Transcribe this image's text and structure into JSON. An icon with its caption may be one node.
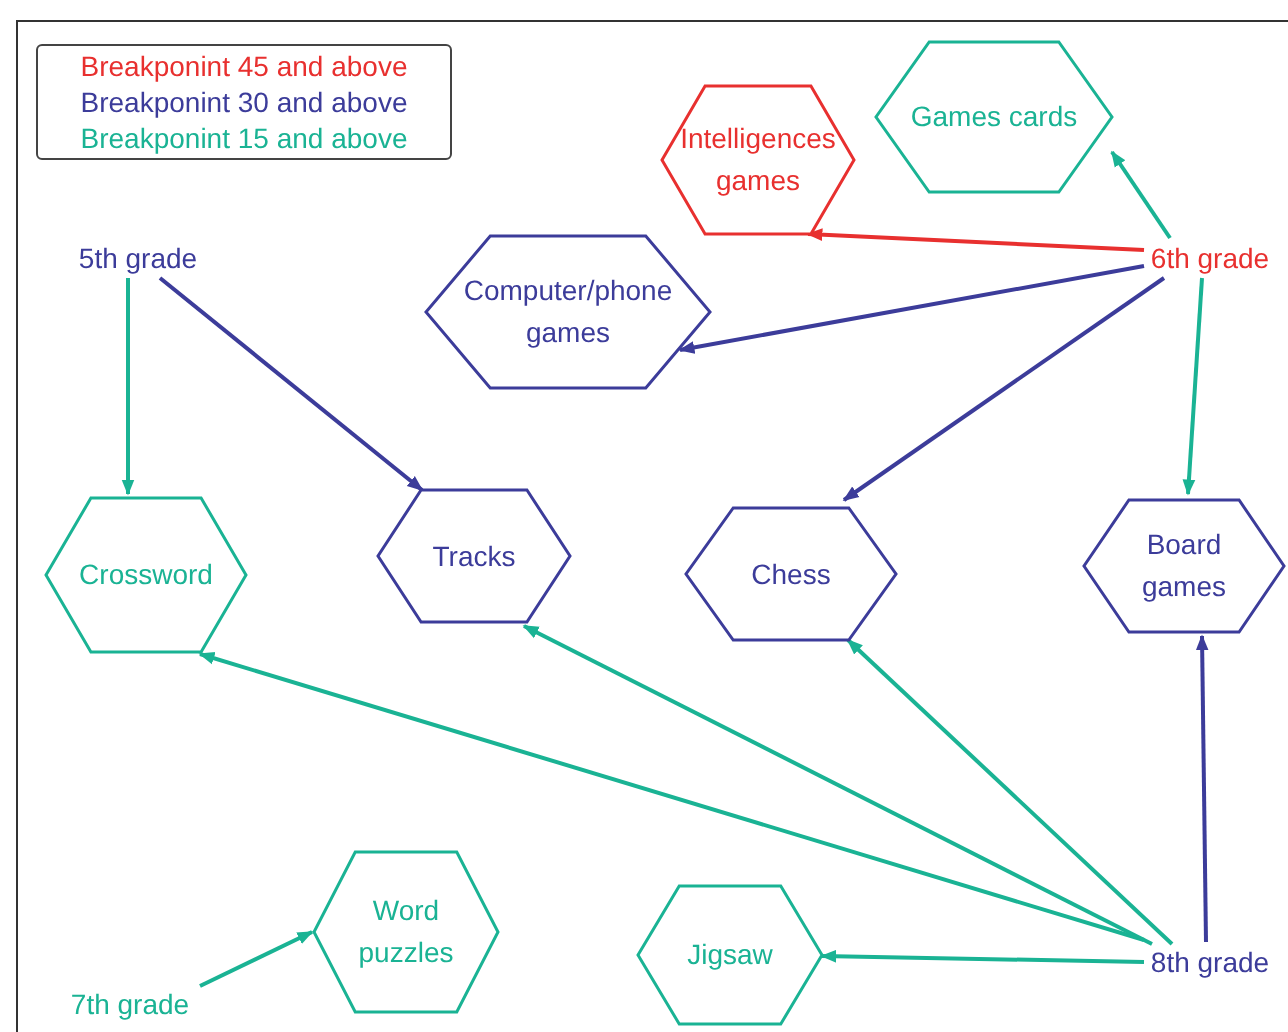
{
  "diagram": {
    "nodes": [
      {
        "text": [
          "5th grade"
        ]
      },
      {
        "text": [
          "6th grade"
        ]
      },
      {
        "text": [
          "7th grade"
        ]
      },
      {
        "text": [
          "8th grade"
        ]
      },
      {
        "text": [
          "Intelligences games"
        ]
      },
      {
        "text": [
          "Games cards"
        ]
      },
      {
        "text": [
          "Computer/phone games"
        ]
      },
      {
        "text": [
          "Crossword"
        ]
      },
      {
        "text": [
          "Tracks"
        ]
      },
      {
        "text": [
          "Chess"
        ]
      },
      {
        "text": [
          "Board games"
        ]
      },
      {
        "text": [
          "Word puzzles"
        ]
      },
      {
        "text": [
          "Jigsaw"
        ]
      }
    ],
    "edges": [
      {
        "from": 1,
        "to": 4,
        "arrow": "to",
        "color": "#e8302f"
      },
      {
        "from": 1,
        "to": 5,
        "arrow": "to"
      },
      {
        "from": 1,
        "to": 6,
        "arrow": "to",
        "color": "#3c3c9a"
      },
      {
        "from": 1,
        "to": 9,
        "arrow": "to",
        "color": "#3c3c9a"
      },
      {
        "from": 1,
        "to": 10,
        "arrow": "to"
      },
      {
        "from": 0,
        "to": 7,
        "arrow": "to"
      },
      {
        "from": 0,
        "to": 8,
        "arrow": "to",
        "color": "#3c3c9a"
      },
      {
        "from": 3,
        "to": 7,
        "arrow": "to"
      },
      {
        "from": 3,
        "to": 8,
        "arrow": "to"
      },
      {
        "from": 3,
        "to": 9,
        "arrow": "to"
      },
      {
        "from": 3,
        "to": 10,
        "arrow": "to",
        "color": "#3c3c9a"
      },
      {
        "from": 3,
        "to": 12,
        "arrow": "to"
      },
      {
        "from": 2,
        "to": 11,
        "arrow": "to"
      }
    ],
    "legend": [
      {
        "text": "Breakponint 45 and above",
        "color": "#e8302f"
      },
      {
        "text": "Breakponint 30 and above",
        "color": "#3c3c9a"
      },
      {
        "text": "Breakponint 15 and above",
        "color": "#1ab394"
      }
    ]
  }
}
